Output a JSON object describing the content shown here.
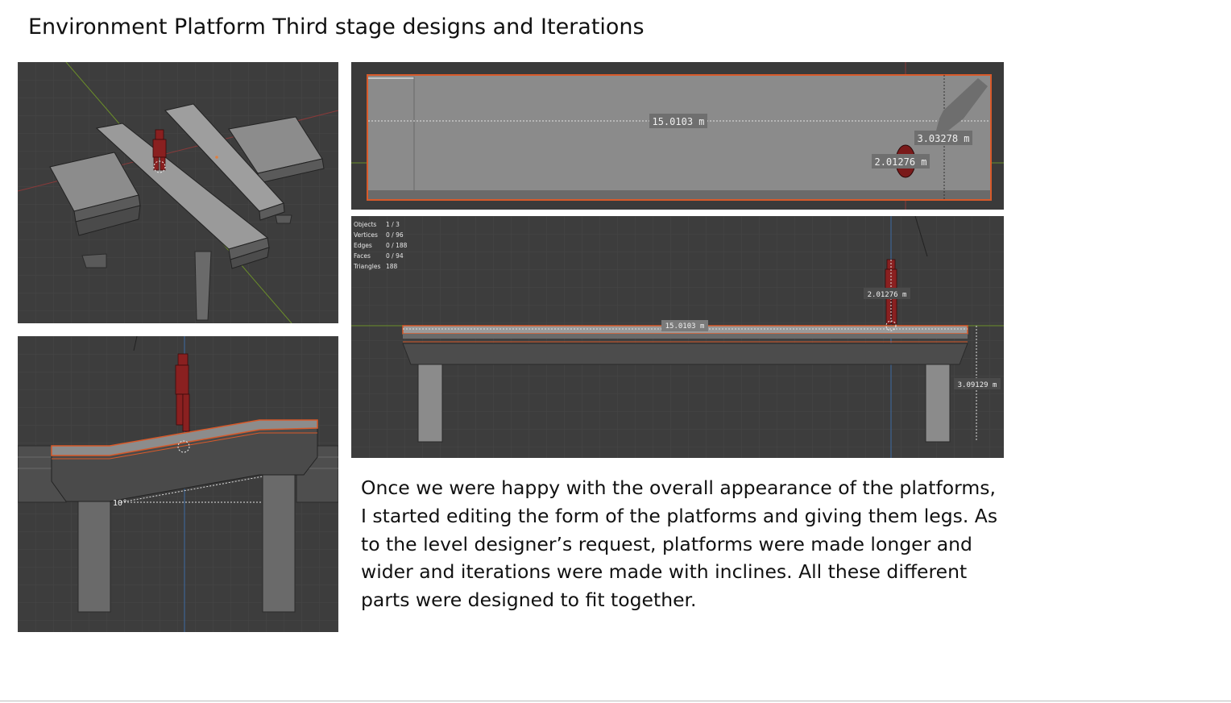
{
  "slide": {
    "title": "Environment Platform Third stage designs and Iterations",
    "description": "Once we were happy with the overall appearance of the platforms, I started editing the form of the platforms and giving them legs. As to the level designer’s request, platforms were made longer and wider and iterations were made with inclines. All these different parts were designed to fit together."
  },
  "top_view": {
    "length_label": "15.0103 m",
    "width_label": "3.03278 m",
    "character_label": "2.01276 m"
  },
  "front_view": {
    "stats": [
      {
        "label": "Objects",
        "value": "1 / 3"
      },
      {
        "label": "Vertices",
        "value": "0 / 96"
      },
      {
        "label": "Edges",
        "value": "0 / 188"
      },
      {
        "label": "Faces",
        "value": "0 / 94"
      },
      {
        "label": "Triangles",
        "value": "188"
      }
    ],
    "character_label": "2.01276 m",
    "length_label": "15.0103 m",
    "height_label": "3.09129 m"
  },
  "side_view": {
    "angle_label": "10°"
  },
  "colors": {
    "viewport_bg": "#3d3d3d",
    "grid": "#474747",
    "selection_outline": "#e0442a",
    "character": "#8a2020",
    "x_axis": "#9a3a3a",
    "y_axis": "#6b8e2a",
    "z_axis": "#3d6aa3"
  }
}
